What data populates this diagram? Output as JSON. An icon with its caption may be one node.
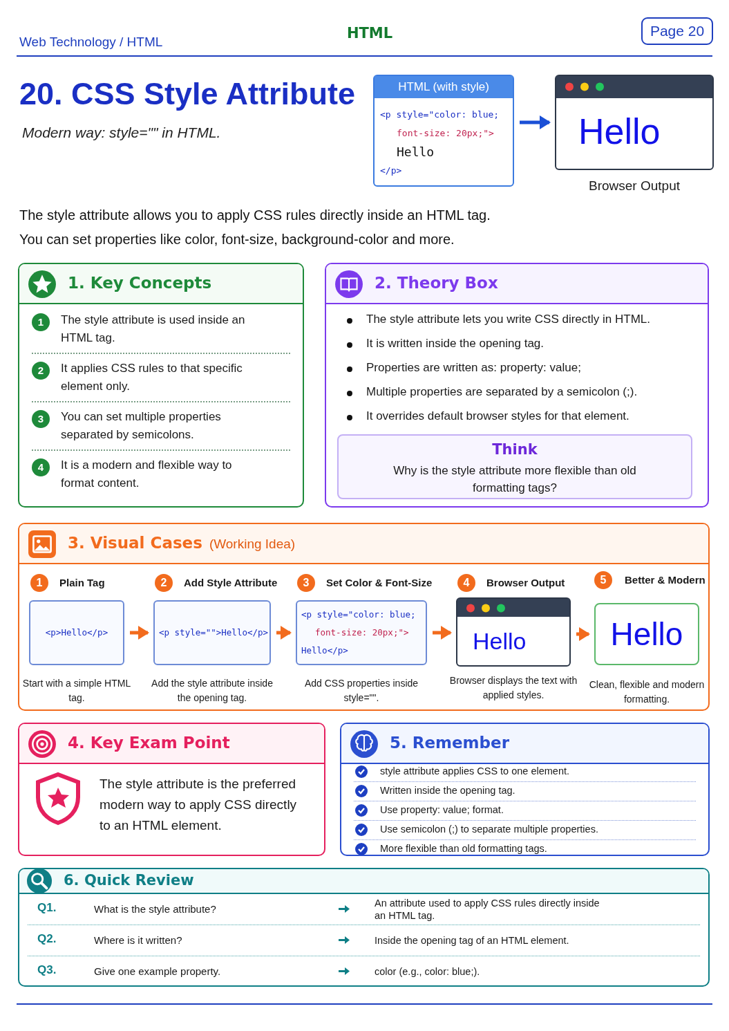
{
  "diagram": {
    "title": "20. CSS Style Attribute",
    "nodes": [
      {
        "text": [
          "Page 20"
        ]
      },
      {
        "text": [
          "HTML (with style)",
          "<p style=\"color: blue;",
          "font-size: 20px;\">",
          "Hello",
          "</p>"
        ]
      },
      {
        "text": [
          "Hello"
        ],
        "beside": [
          "Browser Output"
        ]
      },
      {
        "text": [
          "1. Key Concepts",
          "1",
          "The style attribute is used inside an HTML tag.",
          "2",
          "It applies CSS rules to that specific element only.",
          "3",
          "You can set multiple properties separated by semicolons.",
          "4",
          "It is a modern and flexible way to format content."
        ]
      },
      {
        "text": [
          "2. Theory Box",
          "The style attribute lets you write CSS directly in HTML.",
          "It is written inside the opening tag.",
          "Properties are written as: property: value;",
          "Multiple properties are separated by a semicolon (;).",
          "It overrides default browser styles for that element."
        ]
      },
      {
        "text": [
          "Think",
          "Why is the style attribute more flexible than old formatting tags?"
        ],
        "in": 4
      },
      {
        "text": [
          "3. Visual Cases",
          "(Working Idea)"
        ]
      },
      {
        "text": [
          "<p>Hello</p>"
        ],
        "in": 6,
        "beside": [
          "1",
          "Plain Tag",
          "Start with a simple HTML tag."
        ]
      },
      {
        "text": [
          "<p style=\"\">Hello</p>"
        ],
        "in": 6,
        "beside": [
          "2",
          "Add Style Attribute",
          "Add the style attribute inside the opening tag."
        ]
      },
      {
        "text": [
          "<p style=\"color: blue;",
          "font-size: 20px;\">",
          "Hello</p>"
        ],
        "in": 6,
        "beside": [
          "3",
          "Set Color & Font-Size",
          "Add CSS properties inside style=\"\"."
        ]
      },
      {
        "text": [
          "Hello"
        ],
        "in": 6,
        "beside": [
          "4",
          "Browser Output",
          "Browser displays the text with applied styles."
        ]
      },
      {
        "text": [
          "Hello"
        ],
        "in": 6,
        "beside": [
          "5",
          "Better & Modern",
          "Clean, flexible and modern formatting."
        ]
      },
      {
        "text": [
          "4. Key Exam Point",
          "The style attribute is the preferred modern way to apply CSS directly to an HTML element."
        ]
      },
      {
        "text": [
          "5. Remember",
          "style attribute applies CSS to one element.",
          "Written inside the opening tag.",
          "Use property: value; format.",
          "Use semicolon (;) to separate multiple properties.",
          "More flexible than old formatting tags."
        ]
      },
      {
        "text": [
          "6. Quick Review",
          "Q1.",
          "What is the style attribute?",
          "An attribute used to apply CSS rules directly inside an HTML tag.",
          "Q2.",
          "Where is it written?",
          "Inside the opening tag of an HTML element.",
          "Q3.",
          "Give one example property.",
          "color (e.g., color: blue;)."
        ]
      }
    ],
    "edges": [
      {
        "from": 1,
        "to": 2,
        "arrow": "to",
        "color": "#1a4fd6"
      },
      {
        "from": 7,
        "to": 8,
        "arrow": "to"
      },
      {
        "from": 8,
        "to": 9,
        "arrow": "to"
      },
      {
        "from": 9,
        "to": 10,
        "arrow": "to"
      },
      {
        "from": 10,
        "to": 11,
        "arrow": "to"
      }
    ],
    "labels": [
      "Web Technology / HTML",
      "HTML",
      "Modern way: style=\"\" in HTML.",
      "The style attribute allows you to apply CSS rules directly inside an HTML tag.",
      "You can set properties like color, font-size, background-color and more."
    ]
  }
}
